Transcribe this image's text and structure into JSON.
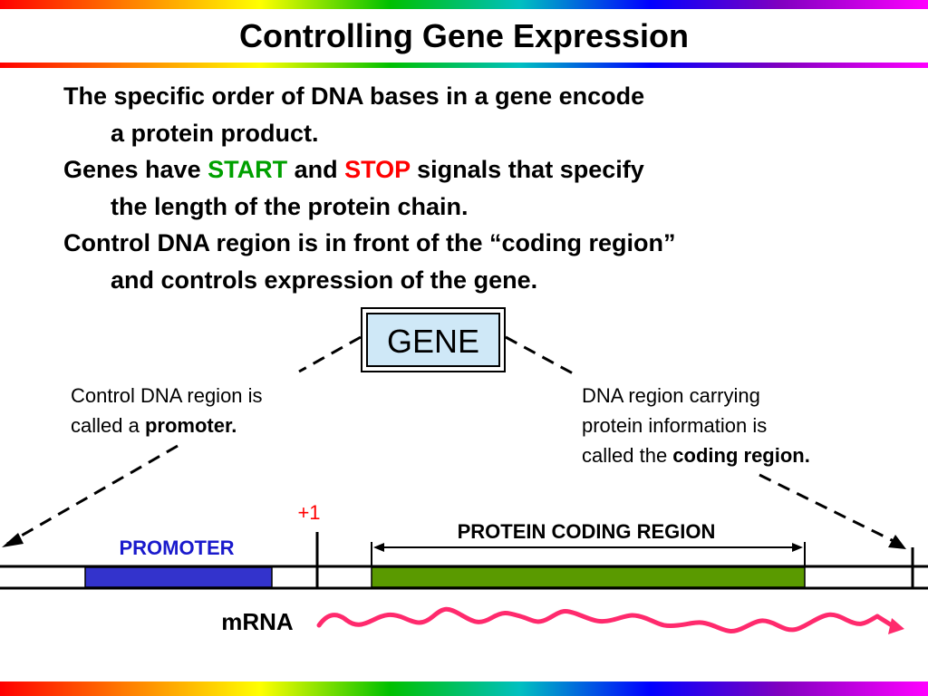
{
  "title": "Controlling Gene Expression",
  "bullets": [
    {
      "line1": "The specific order of DNA bases in a gene encode",
      "line2": "a protein product."
    },
    {
      "line1_before": "Genes have ",
      "start_word": "START",
      "line1_mid": " and ",
      "stop_word": "STOP",
      "line1_after": " signals that specify",
      "line2": "the length of the protein chain."
    },
    {
      "line1": "Control DNA region is in front of the “coding region”",
      "line2": "and controls expression of the gene."
    }
  ],
  "gene_label": "GENE",
  "promoter_caption": {
    "line1": "Control DNA region is",
    "line2_plain": "called a ",
    "line2_bold": "promoter."
  },
  "coding_caption": {
    "line1": "DNA region carrying",
    "line2": "protein information is",
    "line3_plain": "called the ",
    "line3_bold": "coding region."
  },
  "diagram": {
    "plus_one": "+1",
    "promoter_label": "PROMOTER",
    "coding_label": "PROTEIN CODING REGION",
    "mrna_label": "mRNA"
  },
  "colors": {
    "promoter_fill": "#3333cc",
    "promoter_label": "#1a1acc",
    "coding_fill": "#5a9a00",
    "mrna": "#ff2a6d",
    "plus_one": "#ff0000",
    "gene_box_fill": "#cfe8f7"
  }
}
